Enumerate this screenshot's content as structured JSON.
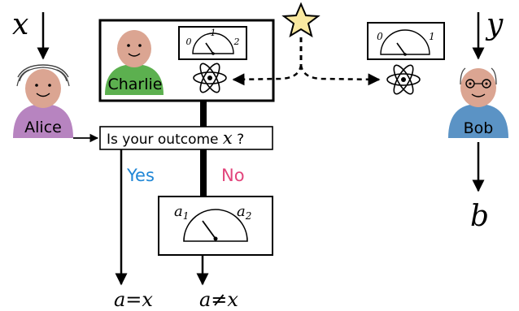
{
  "variables": {
    "x_input": "x",
    "y_input": "y",
    "b_output": "b",
    "a_equal": "a=x",
    "a_not_equal": "a≠x"
  },
  "agents": {
    "alice": "Alice",
    "bob": "Bob",
    "charlie": "Charlie"
  },
  "question": {
    "prefix": "Is your outcome ",
    "var": "x",
    "suffix": " ?"
  },
  "branches": {
    "yes": "Yes",
    "no": "No"
  },
  "meters": {
    "charlie_left": "0",
    "charlie_mid": "1",
    "charlie_right": "2",
    "bob_left": "0",
    "bob_right": "1",
    "alice_a1": "a",
    "alice_a1_sub": "1",
    "alice_a2": "a",
    "alice_a2_sub": "2"
  },
  "colors": {
    "alice_body": "#b784c0",
    "bob_body": "#5b93c5",
    "charlie_body": "#5cb04f",
    "skin": "#dba592",
    "yes": "#1f86d6",
    "no": "#e2457c",
    "star": "#f9e8a0"
  },
  "icons": [
    "atom-icon",
    "star-icon",
    "meter-icon",
    "arrow-icon"
  ]
}
